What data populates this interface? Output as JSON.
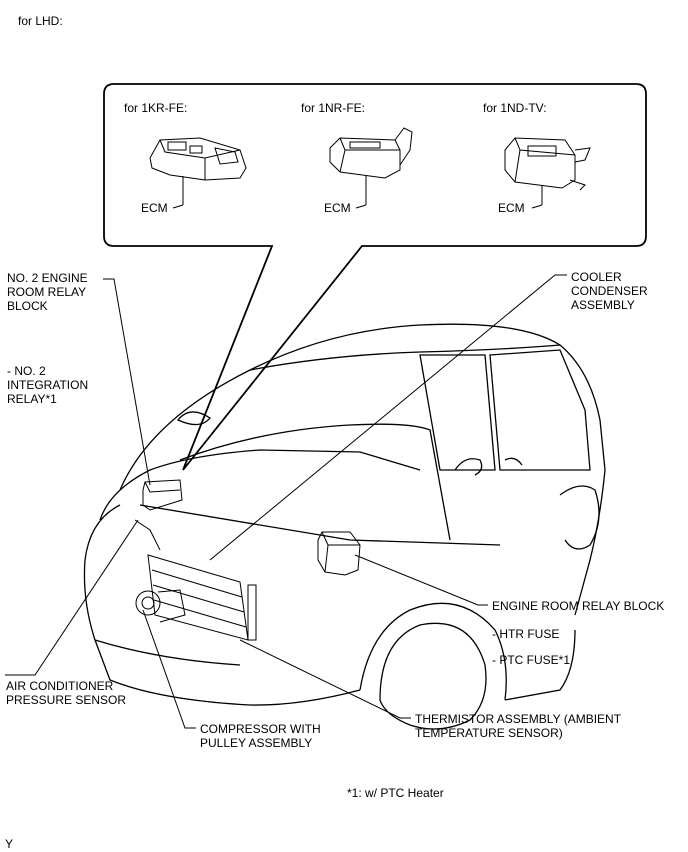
{
  "header": {
    "orientation_label": "for LHD:"
  },
  "callout_box": {
    "variants": [
      {
        "engine_label": "for 1KR-FE:",
        "part_label": "ECM"
      },
      {
        "engine_label": "for 1NR-FE:",
        "part_label": "ECM"
      },
      {
        "engine_label": "for 1ND-TV:",
        "part_label": "ECM"
      }
    ]
  },
  "labels": {
    "relay_block_2": "NO. 2 ENGINE\nROOM RELAY\nBLOCK",
    "integration_relay": "- NO. 2\nINTEGRATION\nRELAY*1",
    "cooler_condenser": "COOLER\nCONDENSER\nASSEMBLY",
    "engine_room_relay_block": "ENGINE ROOM RELAY BLOCK",
    "htr_fuse": "- HTR FUSE",
    "ptc_fuse": "- PTC FUSE*1",
    "ac_pressure_sensor": "AIR CONDITIONER\nPRESSURE SENSOR",
    "compressor": "COMPRESSOR WITH\nPULLEY ASSEMBLY",
    "thermistor": "THERMISTOR ASSEMBLY (AMBIENT\nTEMPERATURE SENSOR)"
  },
  "footnote": "*1: w/ PTC Heater",
  "corner_mark": "Y"
}
